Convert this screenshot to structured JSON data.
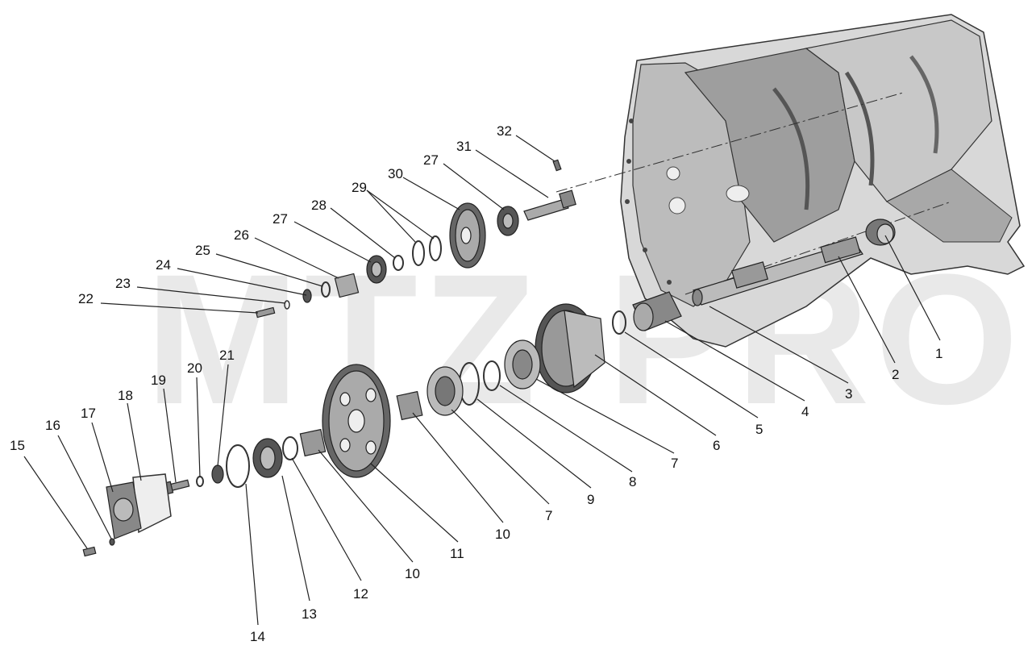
{
  "watermark": "MTZ-PRO",
  "callouts": [
    {
      "id": "c1",
      "text": "1"
    },
    {
      "id": "c2",
      "text": "2"
    },
    {
      "id": "c3",
      "text": "3"
    },
    {
      "id": "c4",
      "text": "4"
    },
    {
      "id": "c5",
      "text": "5"
    },
    {
      "id": "c6",
      "text": "6"
    },
    {
      "id": "c7a",
      "text": "7"
    },
    {
      "id": "c7b",
      "text": "7"
    },
    {
      "id": "c8",
      "text": "8"
    },
    {
      "id": "c9",
      "text": "9"
    },
    {
      "id": "c10a",
      "text": "10"
    },
    {
      "id": "c10b",
      "text": "10"
    },
    {
      "id": "c11",
      "text": "11"
    },
    {
      "id": "c12",
      "text": "12"
    },
    {
      "id": "c13",
      "text": "13"
    },
    {
      "id": "c14",
      "text": "14"
    },
    {
      "id": "c15",
      "text": "15"
    },
    {
      "id": "c16",
      "text": "16"
    },
    {
      "id": "c17",
      "text": "17"
    },
    {
      "id": "c18",
      "text": "18"
    },
    {
      "id": "c19",
      "text": "19"
    },
    {
      "id": "c20",
      "text": "20"
    },
    {
      "id": "c21",
      "text": "21"
    },
    {
      "id": "c22",
      "text": "22"
    },
    {
      "id": "c23",
      "text": "23"
    },
    {
      "id": "c24",
      "text": "24"
    },
    {
      "id": "c25",
      "text": "25"
    },
    {
      "id": "c26",
      "text": "26"
    },
    {
      "id": "c27a",
      "text": "27"
    },
    {
      "id": "c27b",
      "text": "27"
    },
    {
      "id": "c28",
      "text": "28"
    },
    {
      "id": "c29",
      "text": "29"
    },
    {
      "id": "c30",
      "text": "30"
    },
    {
      "id": "c31",
      "text": "31"
    },
    {
      "id": "c32",
      "text": "32"
    }
  ]
}
